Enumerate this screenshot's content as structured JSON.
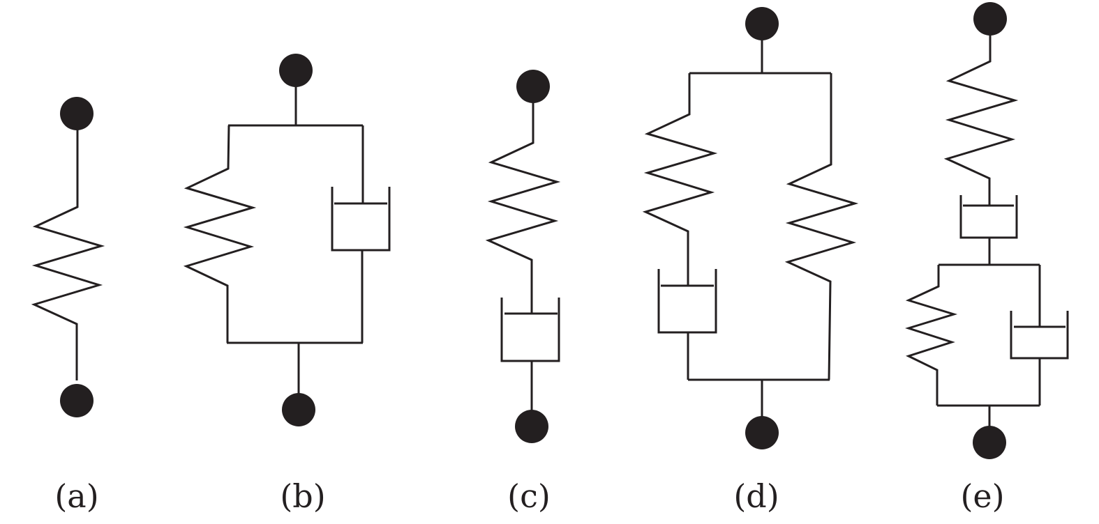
{
  "colors": {
    "ink": "#231f20",
    "background": "#ffffff"
  },
  "panels": [
    {
      "id": "a",
      "label": "(a)",
      "elements": [
        "spring"
      ]
    },
    {
      "id": "b",
      "label": "(b)",
      "elements": [
        "spring",
        "dashpot"
      ]
    },
    {
      "id": "c",
      "label": "(c)",
      "elements": [
        "spring",
        "dashpot"
      ]
    },
    {
      "id": "d",
      "label": "(d)",
      "elements": [
        "spring",
        "dashpot",
        "spring"
      ]
    },
    {
      "id": "e",
      "label": "(e)",
      "elements": [
        "spring",
        "dashpot",
        "spring",
        "dashpot"
      ]
    }
  ]
}
